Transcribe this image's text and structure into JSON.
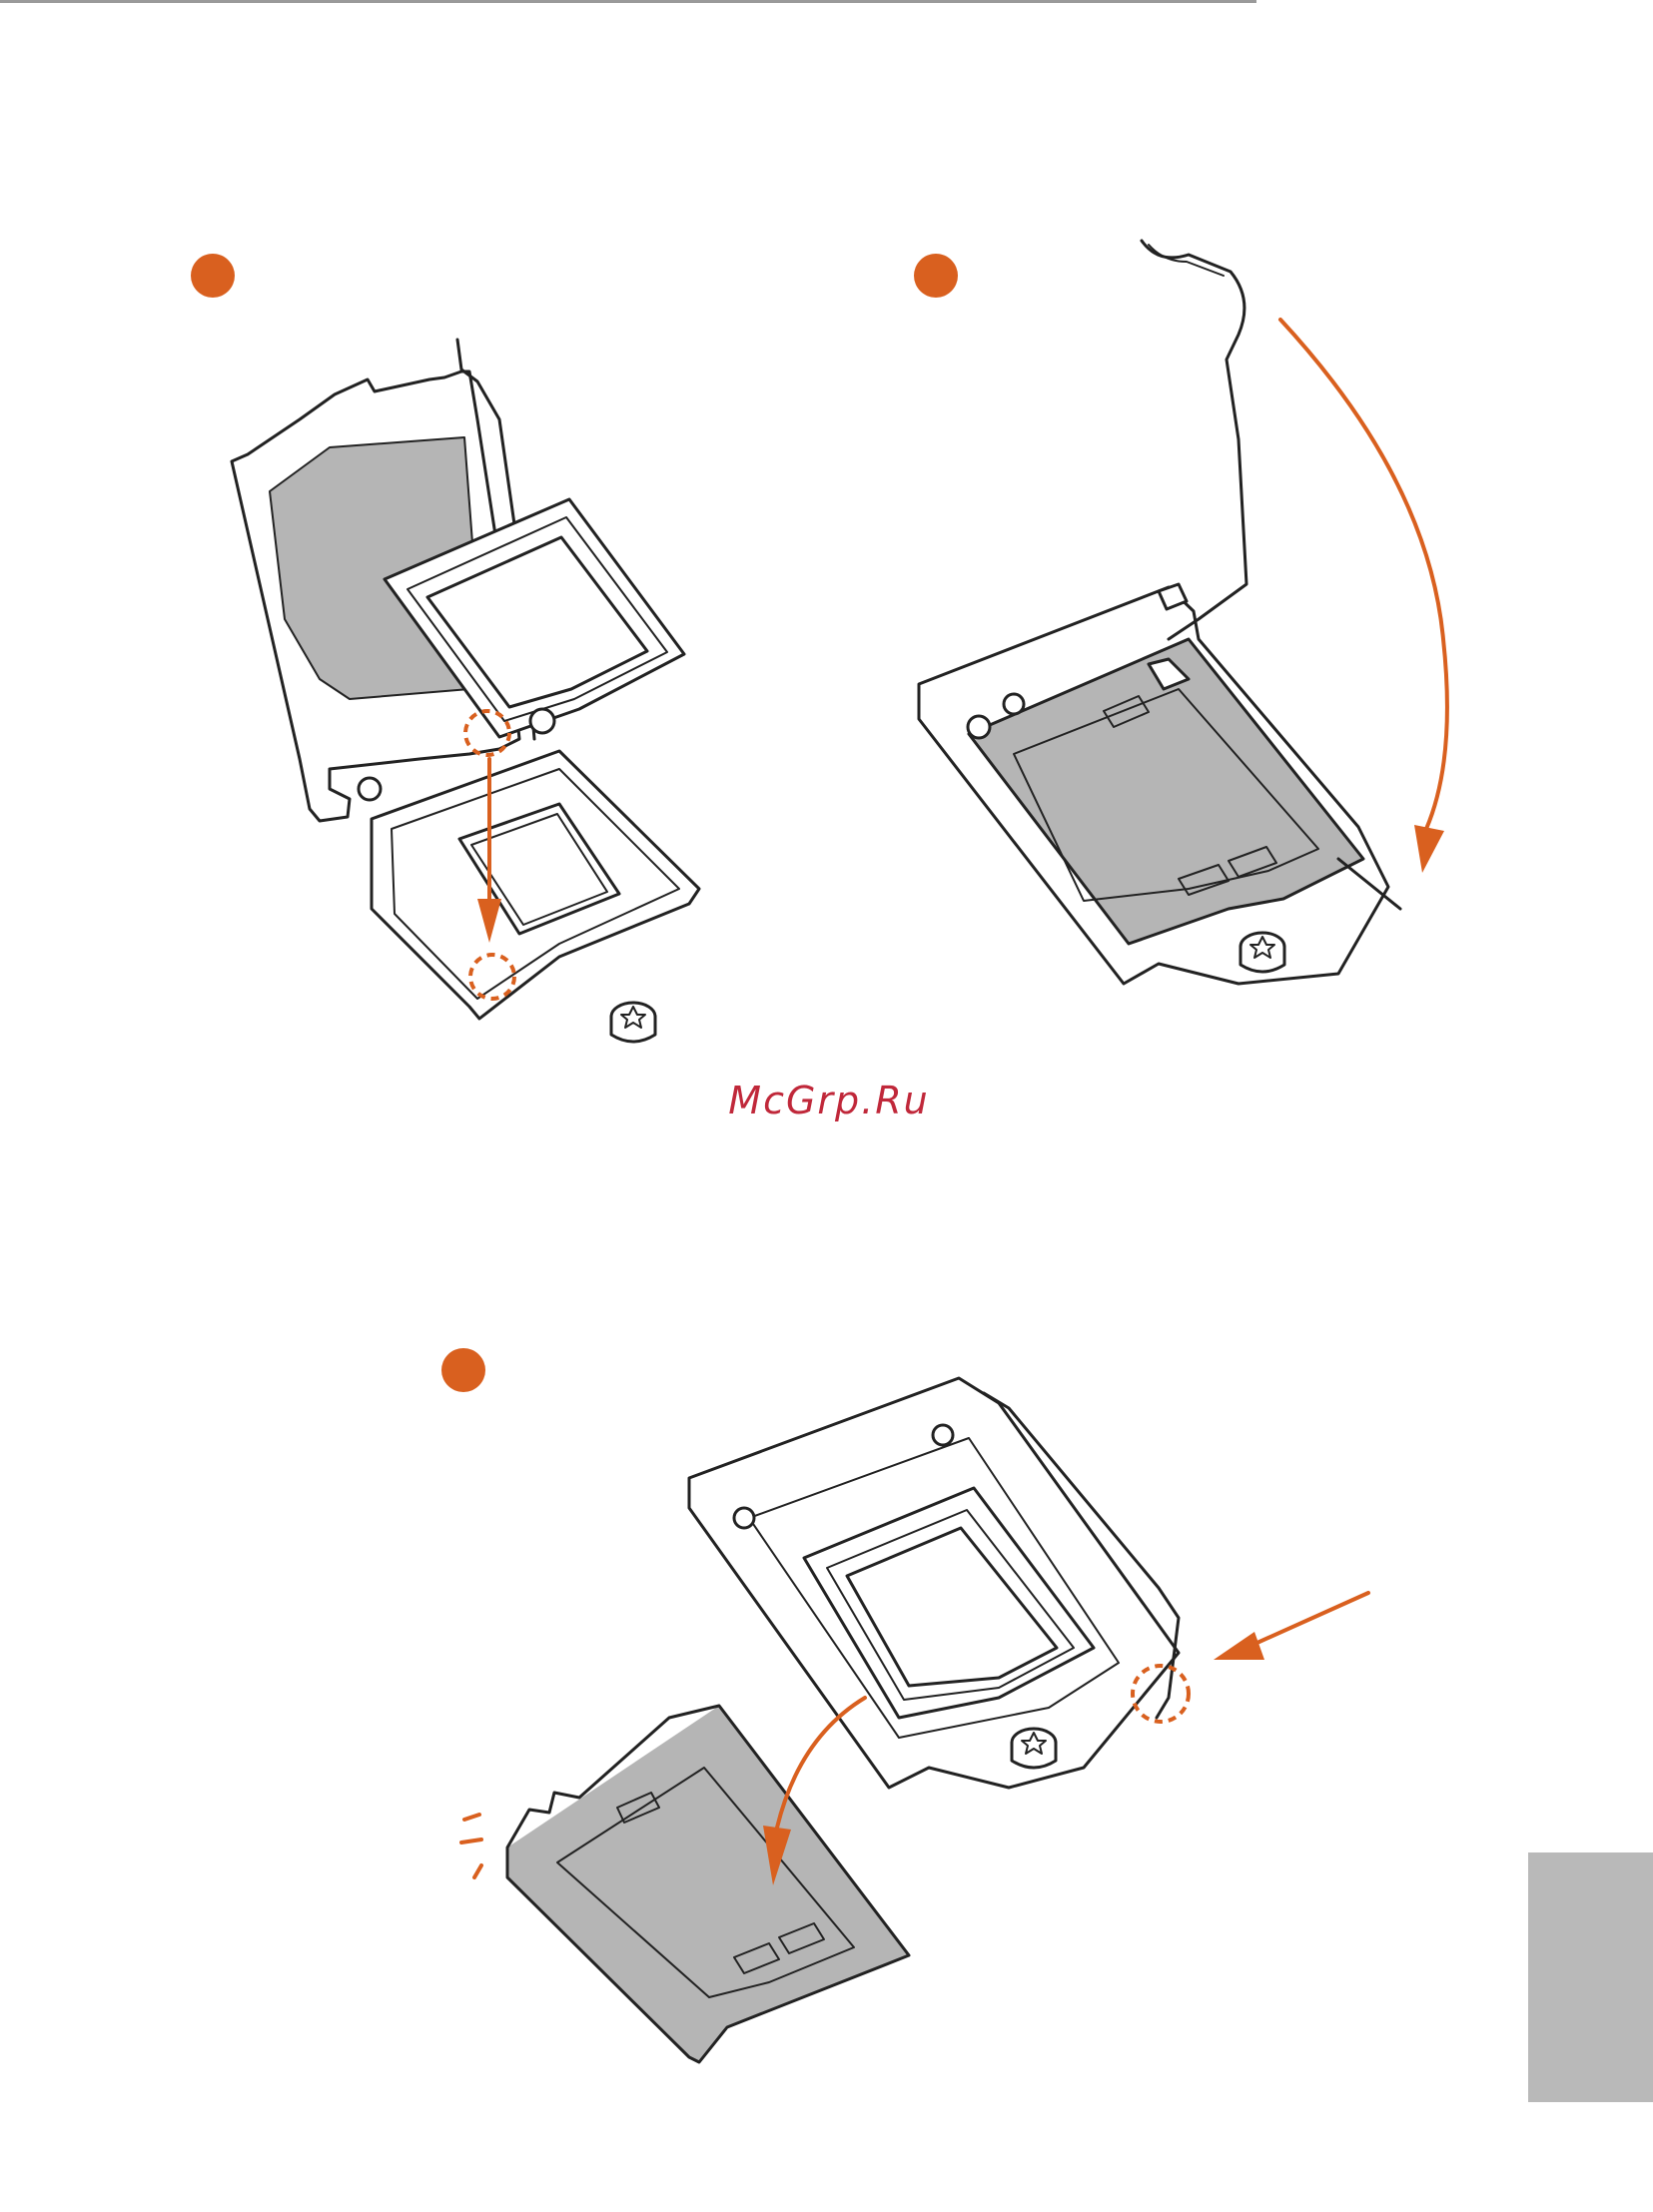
{
  "page": {
    "watermark": "McGrp.Ru"
  },
  "colors": {
    "accent": "#d9601f",
    "watermark": "#c0283a",
    "side_tab": "#b9b9b9",
    "rule": "#9a9a9a",
    "plate_gray": "#b5b5b5"
  },
  "steps": [
    {
      "id": "step-3",
      "figure": "insert-cpu-into-socket"
    },
    {
      "id": "step-4",
      "figure": "close-load-plate"
    },
    {
      "id": "step-5",
      "figure": "remove-pnp-cap"
    }
  ]
}
